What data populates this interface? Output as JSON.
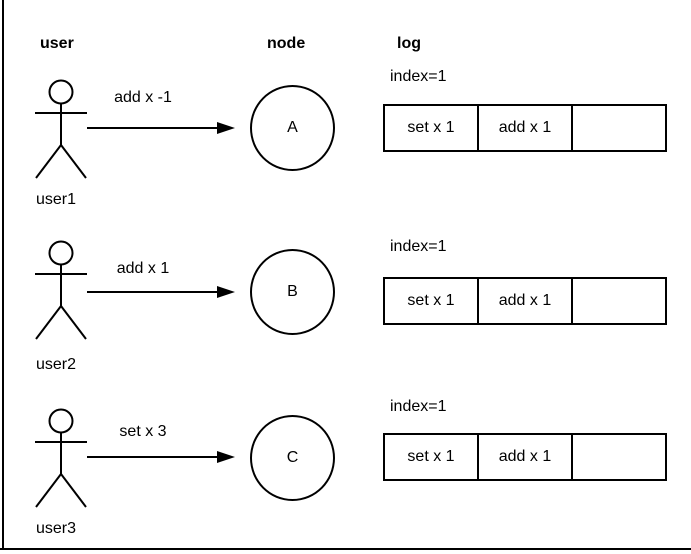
{
  "columns": [
    {
      "label": "user"
    },
    {
      "label": "node"
    },
    {
      "label": "log"
    }
  ],
  "rows": [
    {
      "user_label": "user1",
      "message": "add x -1",
      "node": "A",
      "log": {
        "index_label": "index=1",
        "cells": [
          "set x 1",
          "add x 1",
          ""
        ]
      }
    },
    {
      "user_label": "user2",
      "message": "add x 1",
      "node": "B",
      "log": {
        "index_label": "index=1",
        "cells": [
          "set x 1",
          "add x 1",
          ""
        ]
      }
    },
    {
      "user_label": "user3",
      "message": "set x 3",
      "node": "C",
      "log": {
        "index_label": "index=1",
        "cells": [
          "set x 1",
          "add x 1",
          ""
        ]
      }
    }
  ],
  "icons": {
    "user_figure": "stick-figure-icon",
    "message_arrow": "right-arrow-icon"
  },
  "colors": {
    "line": "#000000",
    "text": "#000000",
    "background": "#ffffff"
  }
}
